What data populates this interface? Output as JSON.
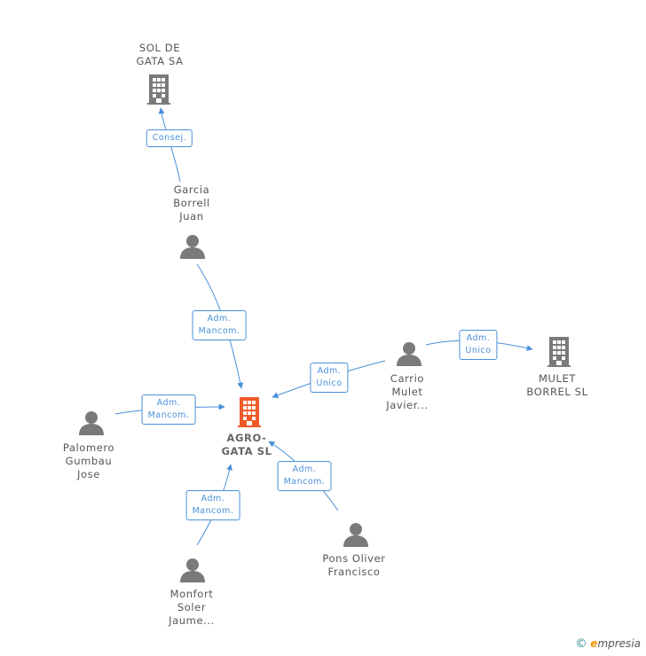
{
  "nodes": [
    {
      "id": "sol",
      "type": "company",
      "label": "SOL DE\nGATA SA",
      "main": false
    },
    {
      "id": "garcia",
      "type": "person",
      "label": "Garcia\nBorrell\nJuan"
    },
    {
      "id": "agro",
      "type": "company",
      "label": "AGRO-\nGATA SL",
      "main": true
    },
    {
      "id": "carrio",
      "type": "person",
      "label": "Carrio\nMulet\nJavier..."
    },
    {
      "id": "mulet",
      "type": "company",
      "label": "MULET\nBORREL SL",
      "main": false
    },
    {
      "id": "palomero",
      "type": "person",
      "label": "Palomero\nGumbau\nJose"
    },
    {
      "id": "monfort",
      "type": "person",
      "label": "Monfort\nSoler\nJaume..."
    },
    {
      "id": "pons",
      "type": "person",
      "label": "Pons Oliver\nFrancisco"
    }
  ],
  "edges": [
    {
      "from": "garcia",
      "to": "sol",
      "label": "Consej."
    },
    {
      "from": "garcia",
      "to": "agro",
      "label": "Adm.\nMancom."
    },
    {
      "from": "carrio",
      "to": "agro",
      "label": "Adm.\nUnico"
    },
    {
      "from": "carrio",
      "to": "mulet",
      "label": "Adm.\nUnico"
    },
    {
      "from": "palomero",
      "to": "agro",
      "label": "Adm.\nMancom."
    },
    {
      "from": "monfort",
      "to": "agro",
      "label": "Adm.\nMancom."
    },
    {
      "from": "pons",
      "to": "agro",
      "label": "Adm.\nMancom."
    }
  ],
  "colors": {
    "edge": "#4a90d9",
    "node": "#7a7a7a",
    "main_node": "#f05a28"
  },
  "footer": {
    "copyright": "©",
    "brand_e": "e",
    "brand_rest": "mpresia"
  }
}
